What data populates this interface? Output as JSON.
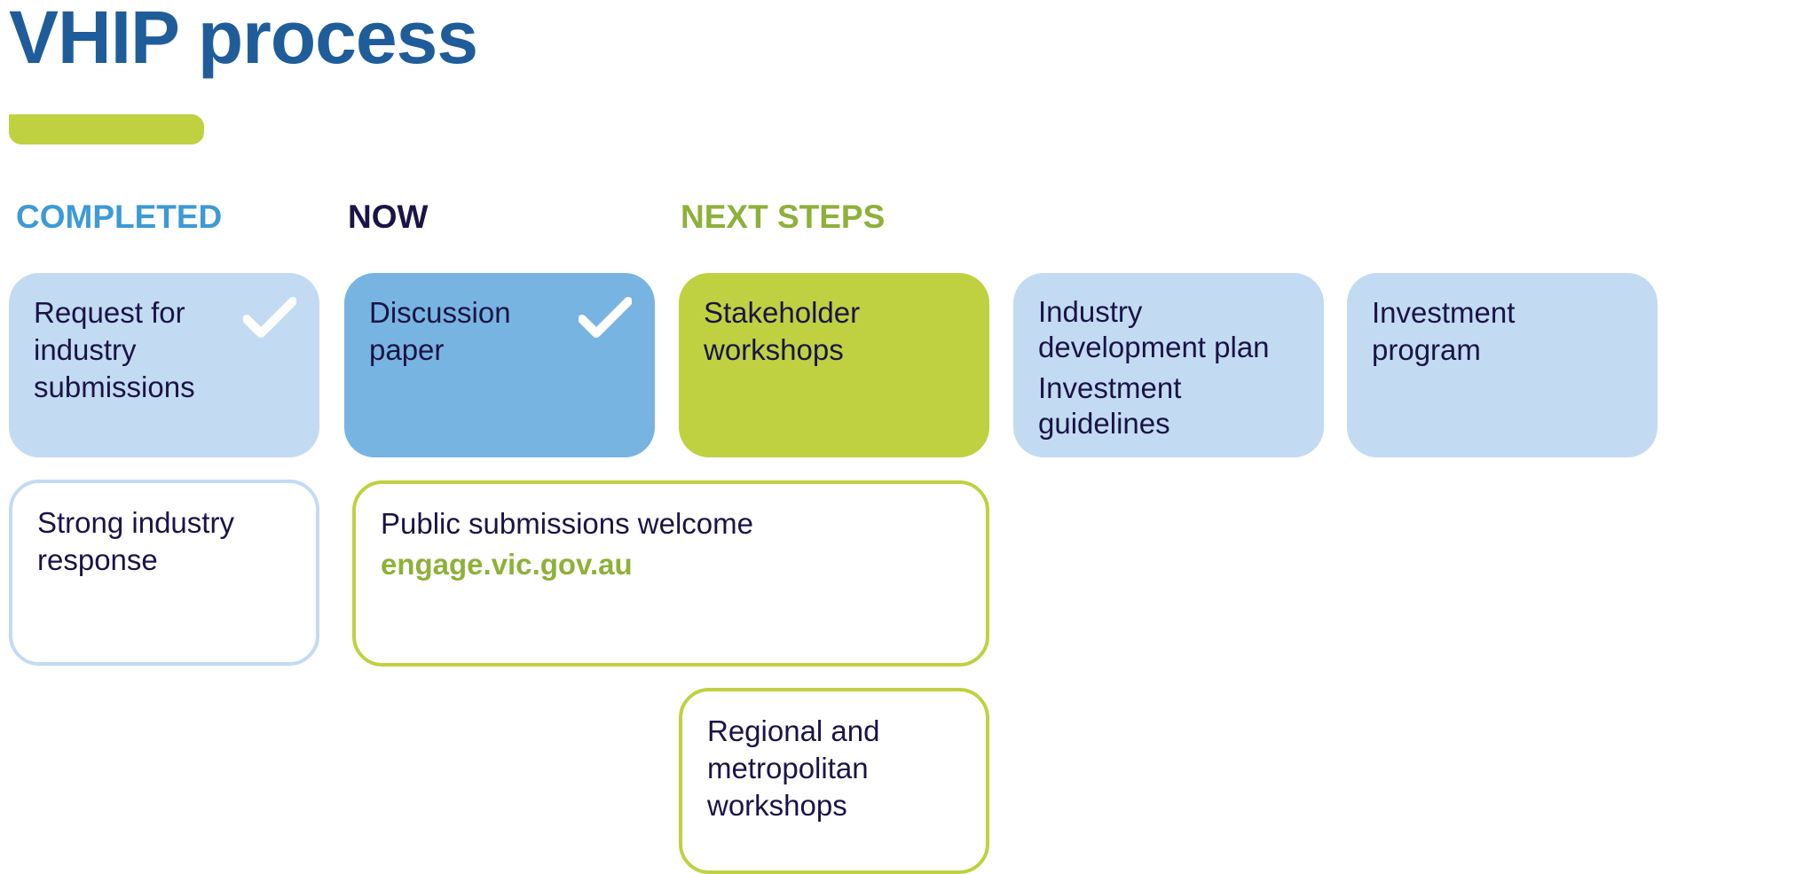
{
  "title": "VHIP process",
  "colors": {
    "title": "#1f5d9a",
    "accent_lime": "#bfd140",
    "completed_heading": "#3d9ad6",
    "now_heading": "#1a1446",
    "next_heading": "#8fb03a",
    "light_blue": "#c3dbf2",
    "mid_blue": "#78b4e1",
    "lime": "#bfd140",
    "text_dark": "#1a1446",
    "link_green": "#8fb03a",
    "check_white": "#ffffff"
  },
  "headings": {
    "completed": "COMPLETED",
    "now": "NOW",
    "next": "NEXT STEPS"
  },
  "cards": {
    "request": {
      "line1": "Request for industry submissions",
      "icon": "checkmark-icon"
    },
    "discussion": {
      "line1": "Discussion paper",
      "icon": "checkmark-icon"
    },
    "stakeholder": {
      "line1": "Stakeholder workshops"
    },
    "industry": {
      "line1": "Industry development plan",
      "line2": "Investment guidelines"
    },
    "investment": {
      "line1": "Investment program"
    },
    "strong": {
      "line1": "Strong industry response"
    },
    "public": {
      "line1": "Public submissions welcome",
      "link": "engage.vic.gov.au"
    },
    "regional": {
      "line1": "Regional and metropolitan workshops"
    }
  }
}
